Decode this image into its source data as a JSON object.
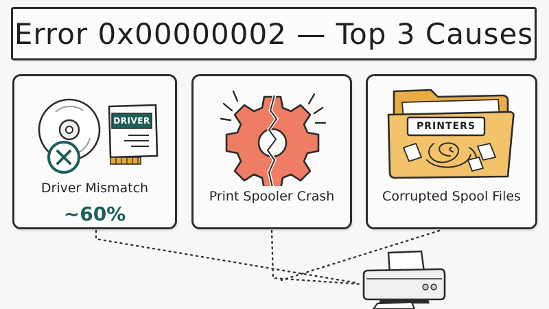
{
  "title": "Error 0x00000002 — Top 3 Causes",
  "causes": [
    {
      "label": "Driver Mismatch",
      "stat": "~60%",
      "badge": "DRIVER",
      "icon": "driver-disc-icon"
    },
    {
      "label": "Print Spooler Crash",
      "icon": "broken-gear-icon"
    },
    {
      "label": "Corrupted Spool Files",
      "badge": "PRINTERS",
      "icon": "printers-folder-icon"
    }
  ],
  "target_icon": "printer-icon",
  "colors": {
    "teal": "#1d5f5a",
    "gear": "#ee7d63",
    "folder": "#f0bf62",
    "ink": "#2b2b2b"
  }
}
